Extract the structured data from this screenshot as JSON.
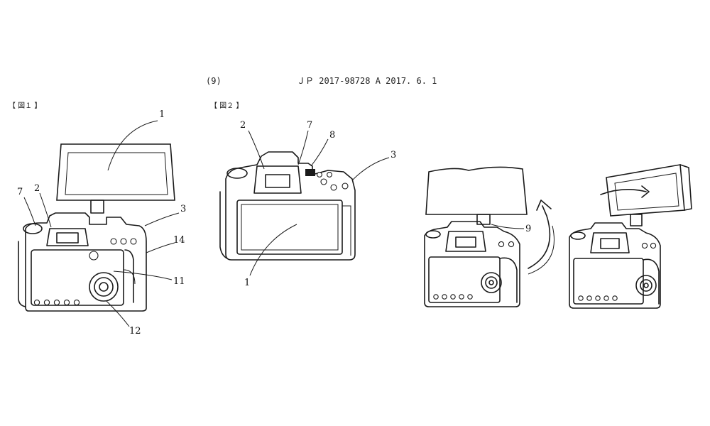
{
  "header": {
    "page_number": "(9)",
    "publication": "ＪＰ 2017-98728 A 2017. 6. 1"
  },
  "figures": [
    {
      "label": "【 図１ 】",
      "callouts": [
        "1",
        "2",
        "7",
        "3",
        "14",
        "11",
        "12"
      ]
    },
    {
      "label": "【 図２ 】",
      "callouts": [
        "2",
        "7",
        "8",
        "3",
        "1"
      ]
    },
    {
      "label": "",
      "callouts": [
        "9"
      ]
    }
  ],
  "icons": {
    "rotate_arrow": "curved-arrow-icon"
  }
}
